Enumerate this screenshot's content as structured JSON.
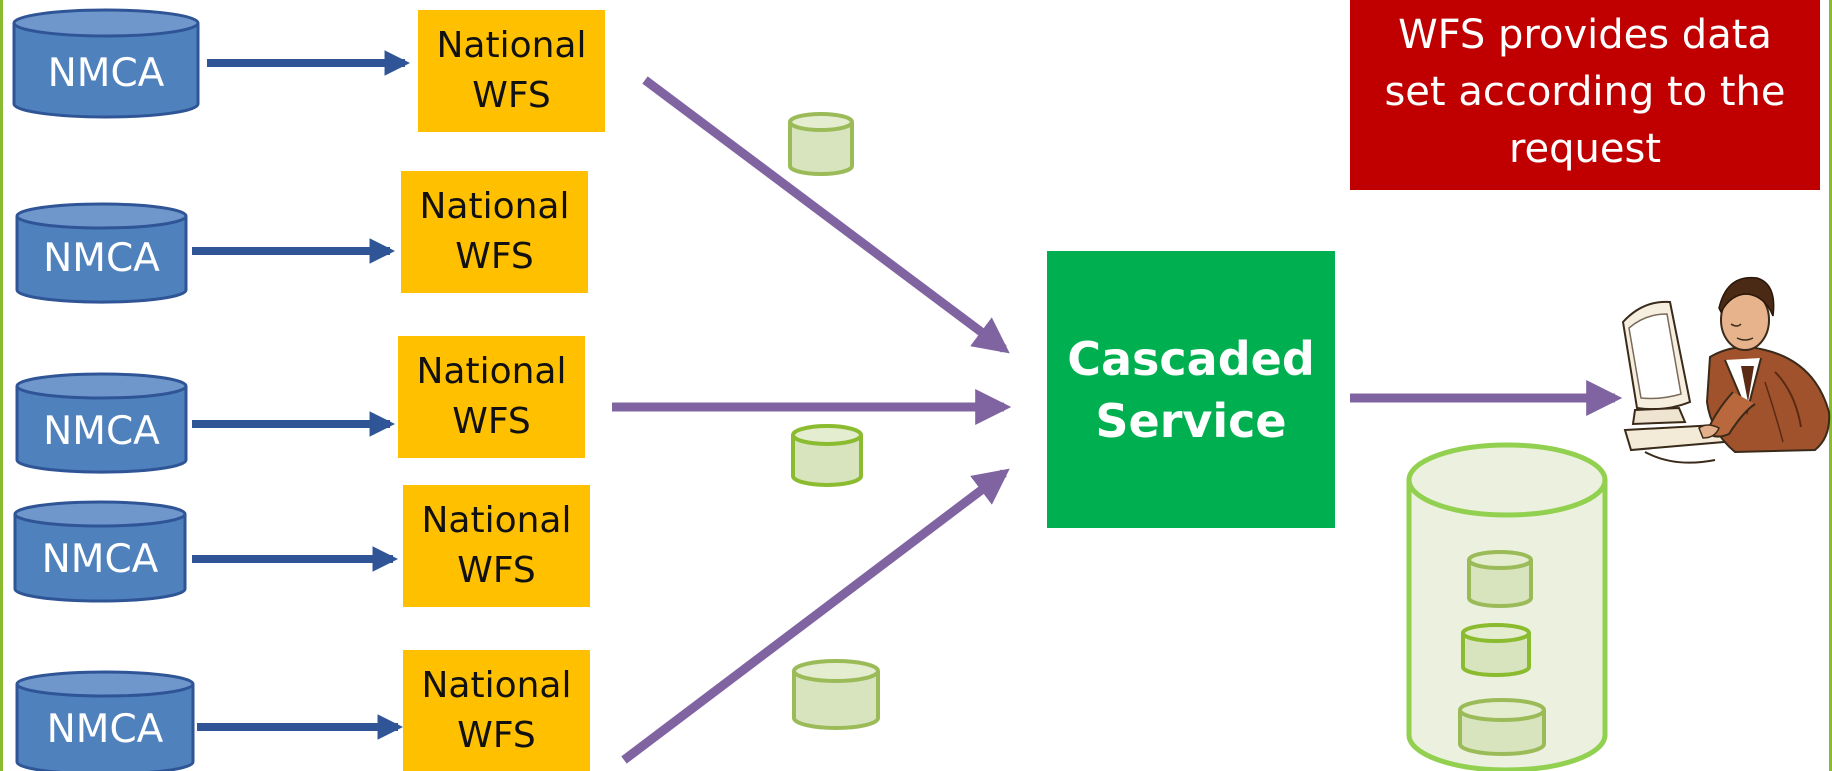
{
  "nmca_sources": [
    {
      "label": "NMCA"
    },
    {
      "label": "NMCA"
    },
    {
      "label": "NMCA"
    },
    {
      "label": "NMCA"
    },
    {
      "label": "NMCA"
    }
  ],
  "national_wfs": [
    {
      "label": "National\nWFS"
    },
    {
      "label": "National\nWFS"
    },
    {
      "label": "National\nWFS"
    },
    {
      "label": "National\nWFS"
    },
    {
      "label": "National\nWFS"
    }
  ],
  "cascaded_service": {
    "label": "Cascaded\nService"
  },
  "note": {
    "text": "WFS provides data\nset according to the\nrequest"
  },
  "colors": {
    "nmca_fill": "#4f81bd",
    "nmca_stroke": "#2f5597",
    "wfs_fill": "#ffc000",
    "cascaded_fill": "#00b050",
    "note_fill": "#c00000",
    "purple_arrow": "#8064a2",
    "blue_arrow": "#2f5597",
    "frame_green": "#8bbb2f",
    "data_cylinder_fill": "#d7e4bd",
    "data_cylinder_stroke": "#9bbb59"
  },
  "icons": [
    "database-cylinder-icon",
    "user-at-computer-icon"
  ]
}
